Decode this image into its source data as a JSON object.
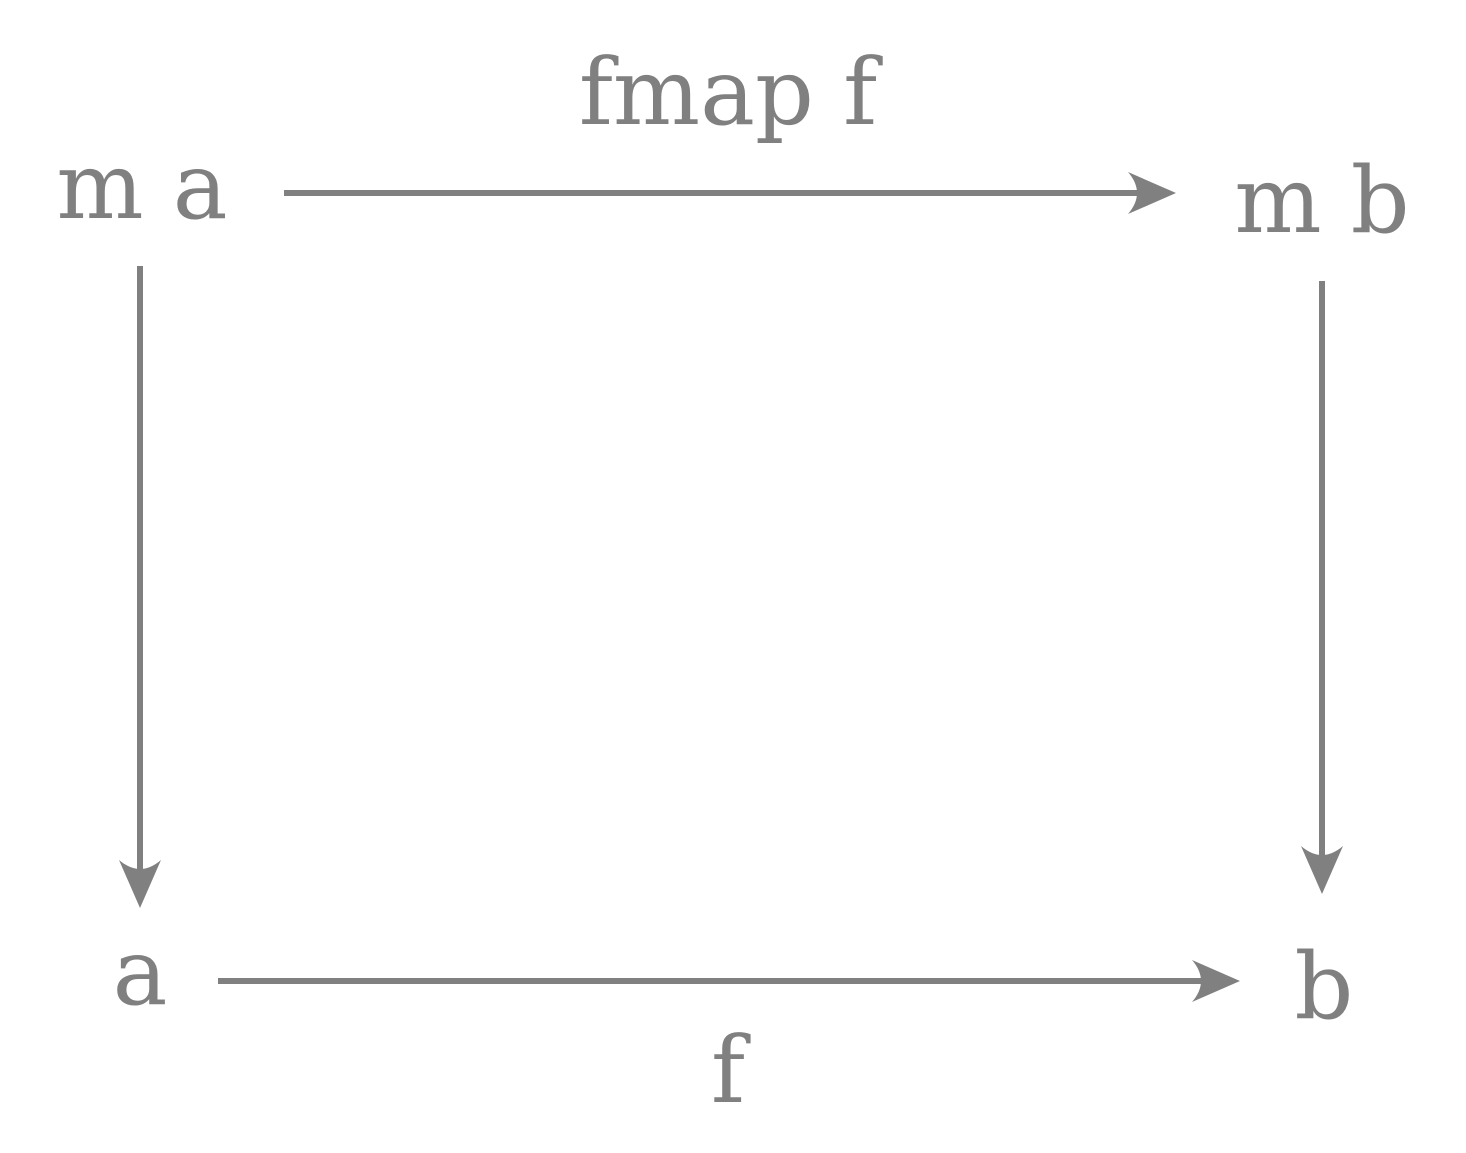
{
  "diagram": {
    "nodes": {
      "top_left": "m a",
      "top_right": "m b",
      "bottom_left": "a",
      "bottom_right": "b"
    },
    "edges": {
      "top": "fmap f",
      "bottom": "f"
    },
    "color": "#808080"
  }
}
